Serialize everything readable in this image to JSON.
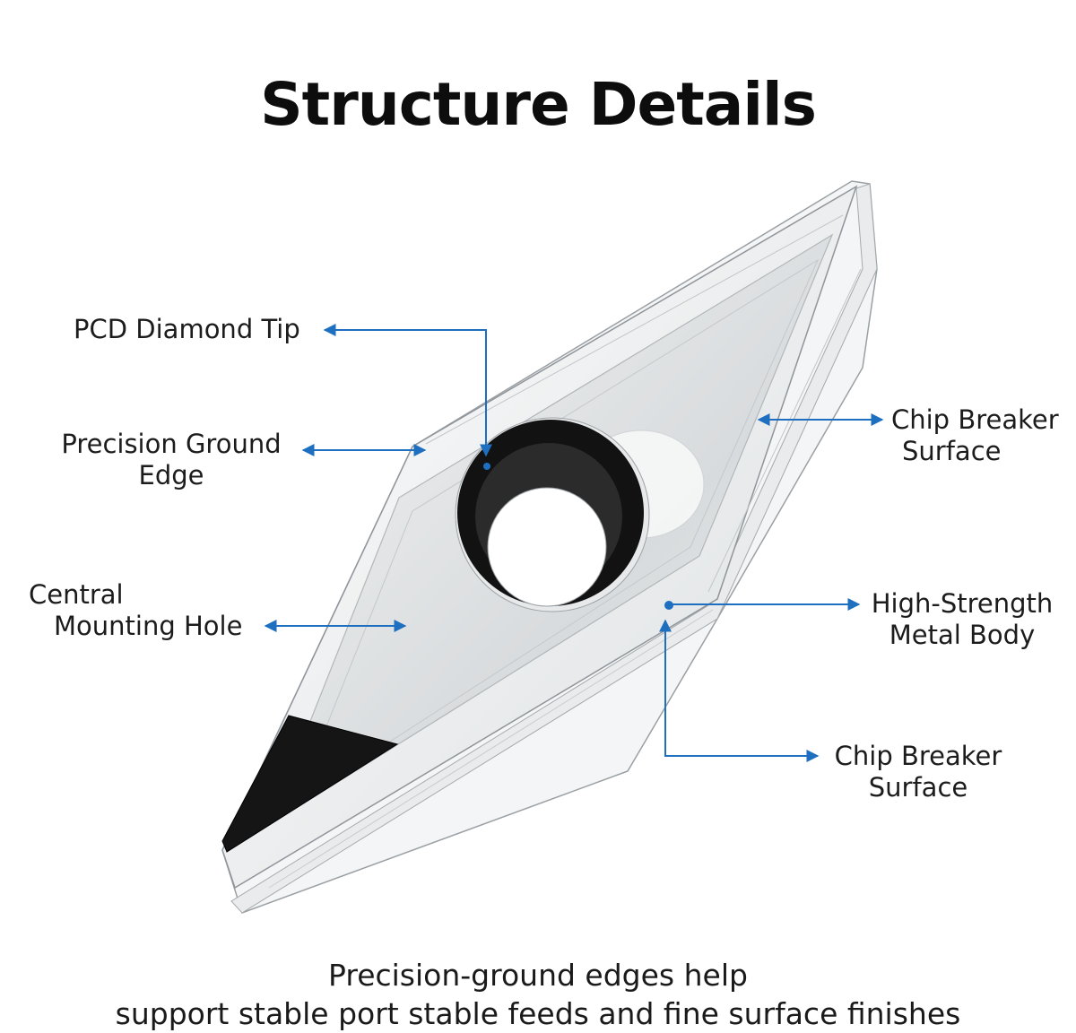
{
  "title": "Structure Details",
  "accent_color": "#1e6fc0",
  "labels": {
    "pcd_tip": {
      "line1": "PCD Diamond Tip"
    },
    "ground_edge": {
      "line1": "Precision Ground",
      "line2": "Edge"
    },
    "mounting_hole": {
      "line1": "Central",
      "line2": "Mounting Hole"
    },
    "chip_breaker_top": {
      "line1": "Chip Breaker",
      "line2": "Surface"
    },
    "metal_body": {
      "line1": "High-Strength",
      "line2": "Metal Body"
    },
    "chip_breaker_bottom": {
      "line1": "Chip Breaker",
      "line2": "Surface"
    }
  },
  "caption": {
    "line1": "Precision-ground edges help",
    "line2": "support stable port stable feeds and fine surface finishes"
  }
}
